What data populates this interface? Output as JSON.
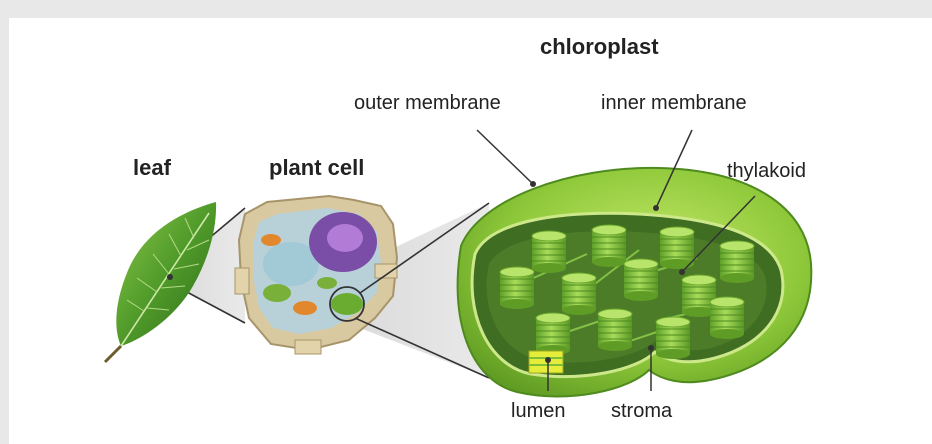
{
  "figure": {
    "title": "chloroplast",
    "labels": {
      "leaf": "leaf",
      "plant_cell": "plant cell",
      "outer_membrane": "outer membrane",
      "inner_membrane": "inner membrane",
      "thylakoid": "thylakoid",
      "lumen": "lumen",
      "stroma": "stroma"
    }
  },
  "colors": {
    "leaf_green": "#4f9a2a",
    "chloroplast_outer": "#8fc93a",
    "chloroplast_inner": "#3f6d22",
    "thylakoid_green": "#7cc03a",
    "cell_wall": "#d9c9a0",
    "nucleus": "#8a5ab8",
    "zoom_band": "#c8c8c8",
    "lumen_yellow": "#e6ec3a"
  }
}
